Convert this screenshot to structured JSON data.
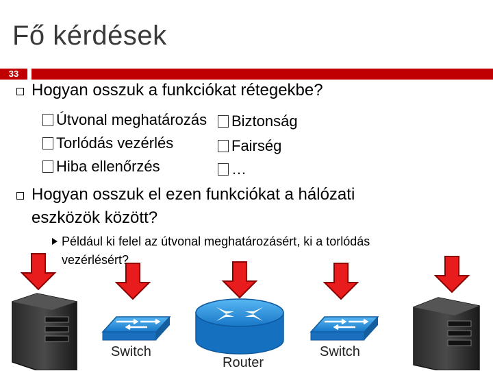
{
  "slide": {
    "title": "Fő kérdések",
    "page_number": "33"
  },
  "bullets": {
    "q1": "Hogyan osszuk a funkciókat rétegekbe?",
    "q1_left_items": [
      "Útvonal meghatározás",
      "Torlódás vezérlés",
      "Hiba ellenőrzés"
    ],
    "q1_right_items": [
      "Biztonság",
      "Fairség",
      "…"
    ],
    "q2_line1": "Hogyan osszuk el ezen funkciókat a hálózati",
    "q2_line2": "eszközök között?",
    "q2_sub_line1": "Például ki felel az útvonal meghatározásért, ki a torlódás",
    "q2_sub_line2": "vezérlésért?"
  },
  "devices": {
    "switch_left_label": "Switch",
    "router_label": "Router",
    "switch_right_label": "Switch"
  },
  "colors": {
    "accent_red": "#c00000",
    "arrow_red": "#e81c1c",
    "device_blue": "#1f8ad6"
  }
}
